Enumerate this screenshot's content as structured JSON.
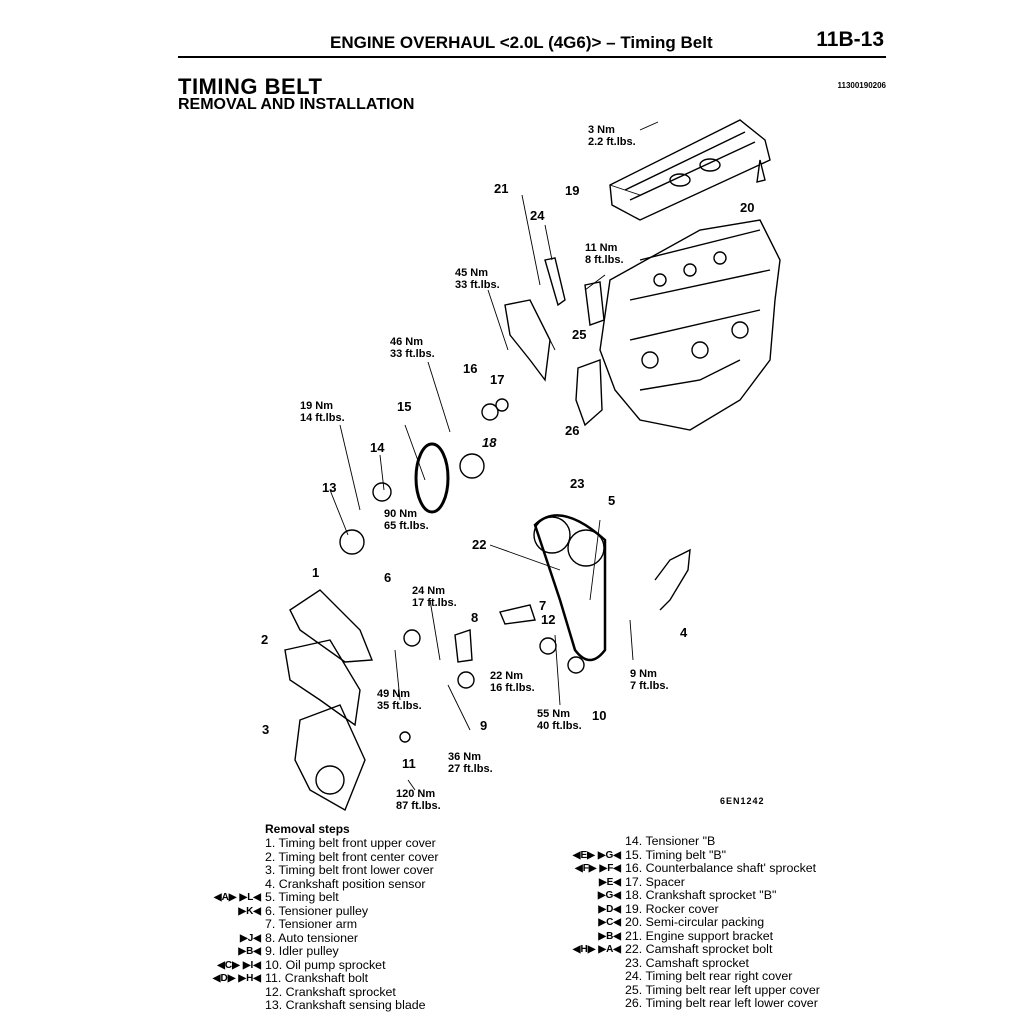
{
  "header": {
    "title": "ENGINE OVERHAUL <2.0L (4G6)> – Timing Belt",
    "page": "11B-13"
  },
  "section": {
    "title": "TIMING BELT",
    "subtitle": "REMOVAL AND INSTALLATION",
    "doc_code": "11300190206"
  },
  "figure": {
    "code": "6EN1242",
    "part_numbers": [
      "1",
      "2",
      "3",
      "4",
      "5",
      "6",
      "7",
      "8",
      "9",
      "10",
      "11",
      "12",
      "13",
      "14",
      "15",
      "16",
      "17",
      "18",
      "19",
      "20",
      "21",
      "22",
      "23",
      "24",
      "25",
      "26"
    ],
    "torques": [
      {
        "nm": "3 Nm",
        "ft": "2.2 ft.lbs."
      },
      {
        "nm": "11 Nm",
        "ft": "8 ft.lbs."
      },
      {
        "nm": "45 Nm",
        "ft": "33 ft.lbs."
      },
      {
        "nm": "46 Nm",
        "ft": "33 ft.lbs."
      },
      {
        "nm": "19 Nm",
        "ft": "14 ft.lbs."
      },
      {
        "nm": "90 Nm",
        "ft": "65 ft.lbs."
      },
      {
        "nm": "24 Nm",
        "ft": "17 ft.lbs."
      },
      {
        "nm": "22 Nm",
        "ft": "16 ft.lbs."
      },
      {
        "nm": "9 Nm",
        "ft": "7 ft.lbs."
      },
      {
        "nm": "49 Nm",
        "ft": "35 ft.lbs."
      },
      {
        "nm": "55 Nm",
        "ft": "40 ft.lbs."
      },
      {
        "nm": "36 Nm",
        "ft": "27 ft.lbs."
      },
      {
        "nm": "120 Nm",
        "ft": "87 ft.lbs."
      }
    ]
  },
  "removal": {
    "heading": "Removal steps",
    "left": [
      {
        "marks": [],
        "text": "1. Timing belt front upper cover"
      },
      {
        "marks": [],
        "text": "2. Timing belt front center cover"
      },
      {
        "marks": [],
        "text": "3. Timing belt front lower cover"
      },
      {
        "marks": [],
        "text": "4. Crankshaft position sensor"
      },
      {
        "marks": [
          "A",
          "L"
        ],
        "text": "5. Timing  belt"
      },
      {
        "marks": [
          "K"
        ],
        "text": "6. Tensioner pulley"
      },
      {
        "marks": [],
        "text": "7. Tensioner arm"
      },
      {
        "marks": [
          "J"
        ],
        "text": "8. Auto  tensioner"
      },
      {
        "marks": [
          "B"
        ],
        "text": "9. Idler pulley"
      },
      {
        "marks": [
          "C",
          "I"
        ],
        "text": "10. Oil pump sprocket"
      },
      {
        "marks": [
          "D",
          "H"
        ],
        "text": "11. Crankshaft  bolt"
      },
      {
        "marks": [],
        "text": "12. Crankshaft  sprocket"
      },
      {
        "marks": [],
        "text": "13. Crankshaft sensing blade"
      }
    ],
    "right": [
      {
        "marks": [],
        "text": "14. Tensioner \"B"
      },
      {
        "marks": [
          "E",
          "G"
        ],
        "text": "15. Timing belt \"B\""
      },
      {
        "marks": [
          "F",
          "F"
        ],
        "text": "16. Counterbalance shaft' sprocket"
      },
      {
        "marks": [
          "E"
        ],
        "text": "17. Spacer"
      },
      {
        "marks": [
          "G"
        ],
        "text": "18. Crankshaft sprocket \"B\""
      },
      {
        "marks": [
          "D"
        ],
        "text": "19. Rocker cover"
      },
      {
        "marks": [
          "C"
        ],
        "text": "20. Semi-circular packing"
      },
      {
        "marks": [
          "B"
        ],
        "text": "21. Engine support bracket"
      },
      {
        "marks": [
          "H",
          "A"
        ],
        "text": "22. Camshaft  sprocket  bolt"
      },
      {
        "marks": [],
        "text": "23.  Camshaft  sprocket"
      },
      {
        "marks": [],
        "text": "24.  Timing belt rear right cover"
      },
      {
        "marks": [],
        "text": "25.  Timing belt rear left upper cover"
      },
      {
        "marks": [],
        "text": "26.  Timing belt rear left lower cover"
      }
    ]
  }
}
